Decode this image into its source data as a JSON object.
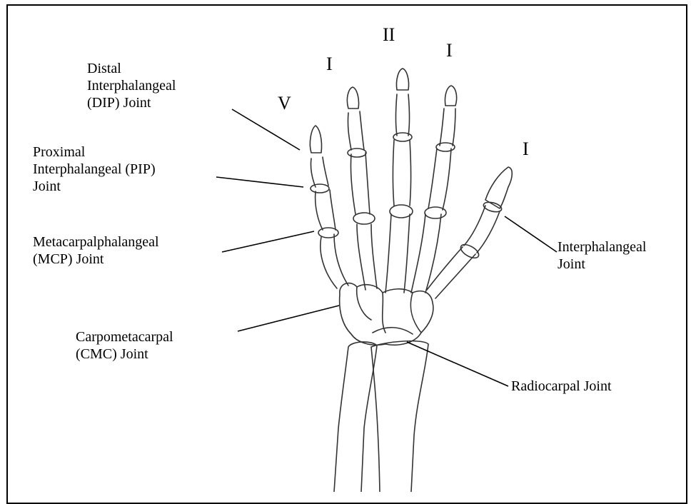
{
  "finger_numerals": {
    "pinky": "V",
    "ring": "I",
    "middle": "II",
    "index": "I",
    "thumb": "I"
  },
  "labels": {
    "dip": "Distal\nInterphalangeal\n(DIP) Joint",
    "pip": "Proximal\nInterphalangeal (PIP)\nJoint",
    "mcp": "Metacarpalphalangeal\n(MCP) Joint",
    "cmc": "Carpometacarpal\n(CMC) Joint",
    "ip": "Interphalangeal\nJoint",
    "radiocarpal": "Radiocarpal Joint"
  },
  "colors": {
    "line": "#000000",
    "bone_stroke": "#333333",
    "background": "#ffffff"
  }
}
